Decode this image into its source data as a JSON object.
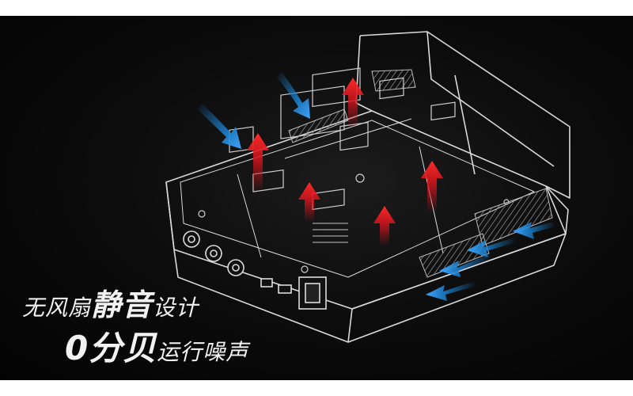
{
  "banner": {
    "headline": {
      "part1": "无风扇",
      "emphasis": "静音",
      "part2": "设计"
    },
    "subline": {
      "emphasis": "0分贝",
      "part2": "运行噪声"
    }
  },
  "colors": {
    "background": "#050505",
    "arrow_hot": "#d3141c",
    "arrow_cool": "#1b7fcc",
    "wireframe": "#d9d9d9"
  }
}
